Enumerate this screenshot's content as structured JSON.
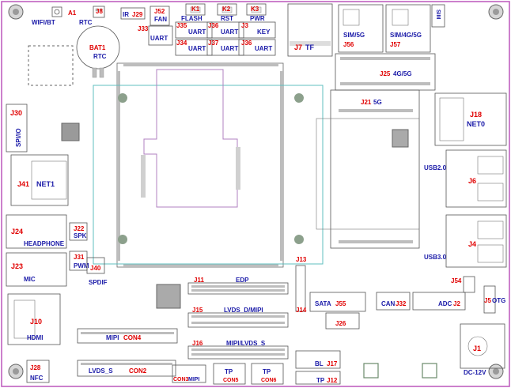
{
  "board": {
    "reference_designators": {
      "a1": "A1",
      "j8": "J8",
      "j29": "J29",
      "j52": "J52",
      "k1": "K1",
      "k2": "K2",
      "k3": "K3",
      "j33": "J33",
      "j35": "J35",
      "j36a": "J36",
      "j3": "J3",
      "j34": "J34",
      "j37": "J37",
      "j36b": "J36",
      "j7": "J7",
      "j56": "J56",
      "j57": "J57",
      "j25": "J25",
      "j21": "J21",
      "j30": "J30",
      "j18": "J18",
      "j41": "J41",
      "j6": "J6",
      "j24": "J24",
      "j22": "J22",
      "j4": "J4",
      "j23": "J23",
      "j31": "J31",
      "j40": "J40",
      "j13": "J13",
      "j11": "J11",
      "j54": "J54",
      "j15": "J15",
      "j14": "J14",
      "j55": "J55",
      "j32": "J32",
      "j2": "J2",
      "j5": "J5",
      "j10": "J10",
      "j26": "J26",
      "j16": "J16",
      "j1": "J1",
      "j28": "J28",
      "j17": "J17",
      "j12": "J12",
      "bat1": "BAT1"
    },
    "labels": {
      "wifi_bt": "WIFI/BT",
      "rtc_small": "RTC",
      "ir": "IR",
      "fan": "FAN",
      "flash": "FLASH",
      "rst": "RST",
      "pwr": "PWR",
      "uart_j35": "UART",
      "uart_j36a": "UART",
      "key": "KEY",
      "uart_j33": "UART",
      "uart_j34": "UART",
      "uart_j37": "UART",
      "uart_j36b": "UART",
      "bat_rtc": "RTC",
      "tf": "TF",
      "sim_5g": "SIM/5G",
      "sim_4g5g": "SIM/4G/5G",
      "sim_tag": "SIM",
      "m2_4g5g": "4G/5G",
      "m2_5g": "5G",
      "spi_io": "SPI/IO",
      "net0": "NET0",
      "net1": "NET1",
      "usb2": "USB2.0",
      "headphone": "HEADPHONE",
      "spk": "SPK",
      "usb3": "USB3.0",
      "mic": "MIC",
      "pwm": "PWM",
      "spdif": "SPDIF",
      "edp": "EDP",
      "lvds_d_mipi": "LVDS_D/MIPI",
      "sata": "SATA",
      "can": "CAN",
      "adc": "ADC",
      "otg": "OTG",
      "hdmi": "HDMI",
      "mipi_con4": "MIPI",
      "con4": "CON4",
      "mipi_lvds_s": "MIPI/LVDS_S",
      "dc": "DC-12V",
      "nfc": "NFC",
      "lvds_s": "LVDS_S",
      "con2": "CON2",
      "con3": "CON3",
      "mipi_con3": "MIPI",
      "tp_con5": "TP",
      "con5": "CON5",
      "tp_con6": "TP",
      "con6": "CON6",
      "bl": "BL",
      "tp_j12": "TP"
    }
  },
  "colors": {
    "designator": "#e00000",
    "label": "#1a1aa8",
    "outline": "#555555",
    "module": "#5fbfbf",
    "core_wire": "#b080c0"
  }
}
